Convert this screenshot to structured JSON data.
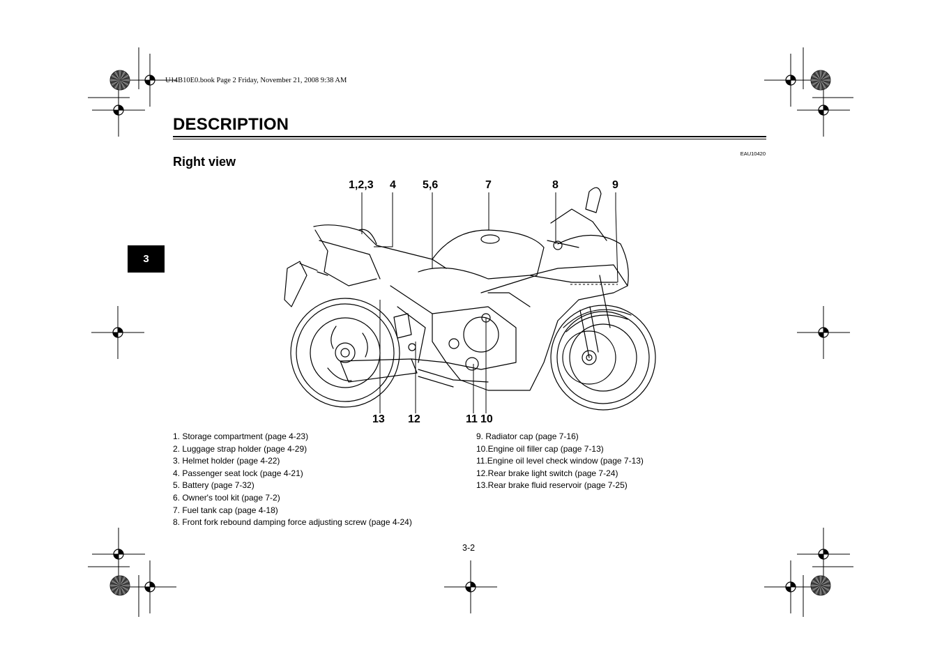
{
  "header": {
    "book_info": "U14B10E0.book  Page 2  Friday, November 21, 2008  9:38 AM"
  },
  "chapter_tab": "3",
  "title": "DESCRIPTION",
  "doc_code": "EAU10420",
  "subtitle": "Right view",
  "callouts": {
    "top": [
      "1,2,3",
      "4",
      "5,6",
      "7",
      "8",
      "9"
    ],
    "bottom": [
      "13",
      "12",
      "11",
      "10"
    ]
  },
  "parts_left": [
    "1.  Storage compartment (page 4-23)",
    "2.  Luggage strap holder (page 4-29)",
    "3.  Helmet holder (page 4-22)",
    "4.  Passenger seat lock (page 4-21)",
    "5.  Battery (page 7-32)",
    "6.  Owner's tool kit (page 7-2)",
    "7.  Fuel tank cap (page 4-18)",
    "8.  Front fork rebound damping force adjusting screw (page 4-24)"
  ],
  "parts_right": [
    "9.  Radiator cap (page 7-16)",
    "10.Engine oil filler cap (page 7-13)",
    "11.Engine oil level check window (page 7-13)",
    "12.Rear brake light switch (page 7-24)",
    "13.Rear brake fluid reservoir (page 7-25)"
  ],
  "page_number": "3-2"
}
